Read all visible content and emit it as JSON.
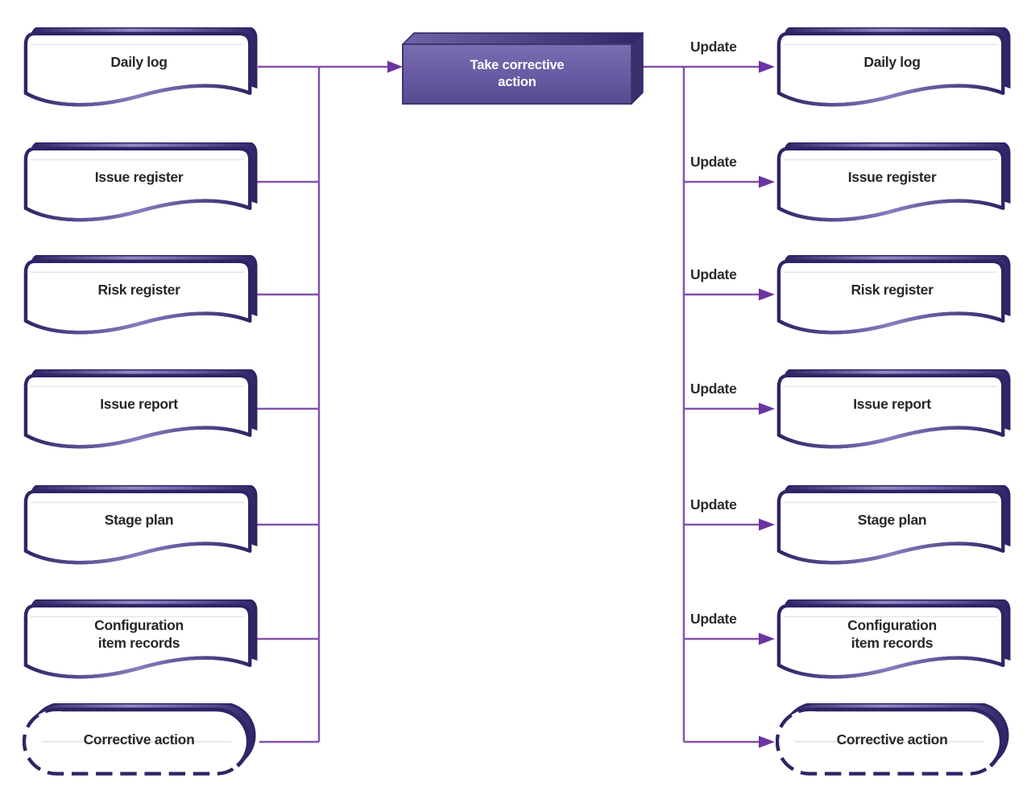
{
  "diagram": {
    "process_box": {
      "label": "Take corrective\naction"
    },
    "inputs": [
      {
        "label": "Daily log",
        "shape": "document"
      },
      {
        "label": "Issue register",
        "shape": "document"
      },
      {
        "label": "Risk register",
        "shape": "document"
      },
      {
        "label": "Issue report",
        "shape": "document"
      },
      {
        "label": "Stage plan",
        "shape": "document"
      },
      {
        "label": "Configuration\nitem records",
        "shape": "document"
      },
      {
        "label": "Corrective action",
        "shape": "dashed-rounded"
      }
    ],
    "outputs": [
      {
        "label": "Daily log",
        "arrow_label": "Update",
        "shape": "document"
      },
      {
        "label": "Issue register",
        "arrow_label": "Update",
        "shape": "document"
      },
      {
        "label": "Risk register",
        "arrow_label": "Update",
        "shape": "document"
      },
      {
        "label": "Issue report",
        "arrow_label": "Update",
        "shape": "document"
      },
      {
        "label": "Stage plan",
        "arrow_label": "Update",
        "shape": "document"
      },
      {
        "label": "Configuration\nitem records",
        "arrow_label": "Update",
        "shape": "document"
      },
      {
        "label": "Corrective action",
        "arrow_label": "",
        "shape": "dashed-rounded"
      }
    ],
    "colors": {
      "connector_line": "#8352ab",
      "arrowhead": "#6b34a2",
      "shape_border": "#2d2565",
      "shadow_band_mid": "#958ac5",
      "process_box_face": "#675aa0",
      "process_box_side": "#3a2f6e",
      "label_text": "#272727",
      "process_box_text": "#ffffff",
      "background": "#ffffff"
    }
  }
}
